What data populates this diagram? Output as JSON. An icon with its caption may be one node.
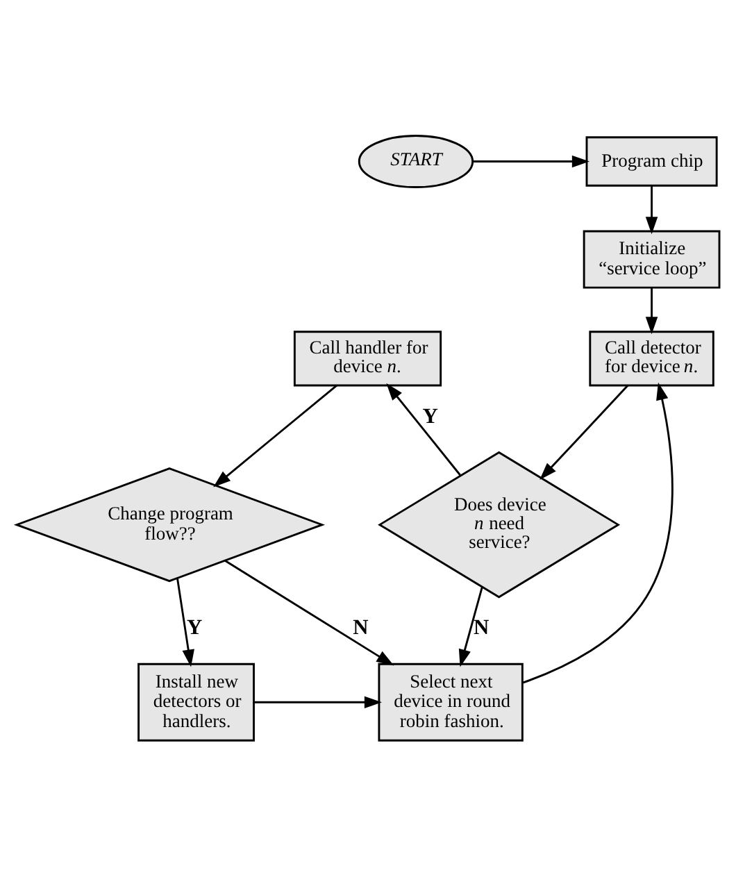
{
  "diagram": {
    "nodes": [
      {
        "text": [
          "Program chip"
        ]
      },
      {
        "text": [
          "START"
        ]
      },
      {
        "text": [
          "Initialize “service loop”"
        ]
      },
      {
        "text": [
          "Call detector for device *n*."
        ]
      },
      {
        "text": [
          "Call handler for device *n*."
        ]
      },
      {
        "text": [
          "Does device *n* need service?"
        ]
      },
      {
        "text": [
          "Change program flow??"
        ]
      },
      {
        "text": [
          "Select next device in round robin fashion."
        ]
      },
      {
        "text": [
          "Install new detectors or handlers."
        ]
      }
    ],
    "edges": [
      {
        "from": 1,
        "to": 0,
        "arrow": "to"
      },
      {
        "from": 0,
        "to": 2,
        "arrow": "to"
      },
      {
        "from": 2,
        "to": 3,
        "arrow": "to"
      },
      {
        "from": 3,
        "to": 5,
        "arrow": "to"
      },
      {
        "from": 5,
        "to": 4,
        "arrow": "to",
        "label": "Y"
      },
      {
        "from": 5,
        "to": 7,
        "arrow": "to",
        "label": "N"
      },
      {
        "from": 4,
        "to": 6,
        "arrow": "to"
      },
      {
        "from": 6,
        "to": 7,
        "arrow": "to",
        "label": "N"
      },
      {
        "from": 6,
        "to": 8,
        "arrow": "to",
        "label": "Y"
      },
      {
        "from": 8,
        "to": 7,
        "arrow": "to"
      },
      {
        "from": 7,
        "to": 3,
        "arrow": "to"
      }
    ]
  }
}
